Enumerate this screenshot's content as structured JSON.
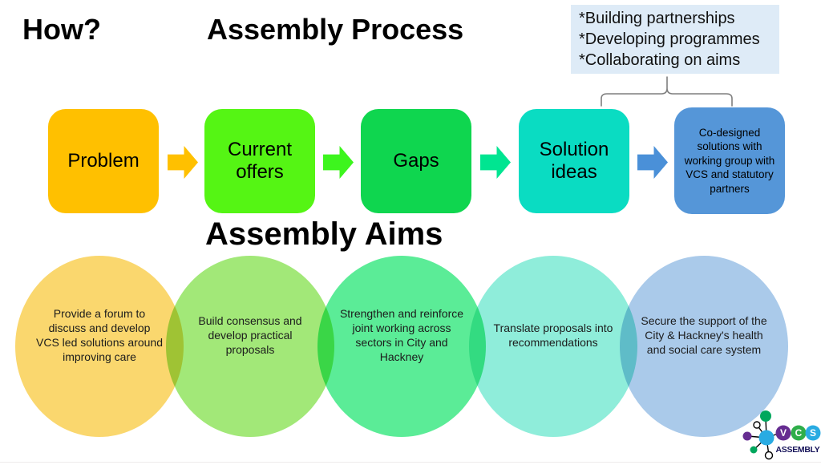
{
  "slide": {
    "title_left": "How?",
    "title_center": "Assembly Process",
    "aims_title": "Assembly Aims"
  },
  "callout": {
    "bg": "#DEEBF7",
    "lines": [
      "*Building partnerships",
      "*Developing programmes",
      "*Collaborating on aims"
    ]
  },
  "process": {
    "steps": [
      {
        "label": "Problem",
        "color": "#FFC000"
      },
      {
        "label": "Current offers",
        "color": "#55F514"
      },
      {
        "label": "Gaps",
        "color": "#0FD64F"
      },
      {
        "label": "Solution ideas",
        "color": "#0ADCC2"
      },
      {
        "label": "Co-designed solutions with working group with VCS and statutory partners",
        "color": "#5596D8"
      }
    ],
    "arrow_colors": [
      "#FFC000",
      "#3DF51E",
      "#00E591",
      "#4A90D8"
    ]
  },
  "aims": {
    "circles": [
      {
        "text": "Provide a forum to discuss and develop VCS led solutions around improving care",
        "color": "#FAD76E"
      },
      {
        "text": "Build consensus and develop practical proposals",
        "color": "#A2E878"
      },
      {
        "text": "Strengthen and reinforce joint working across sectors in City and Hackney",
        "color": "#5BEC97"
      },
      {
        "text": "Translate proposals into recommendations",
        "color": "#8FEDDA"
      },
      {
        "text": "Secure the support of the City & Hackney's health and social care system",
        "color": "#AACAEA"
      }
    ]
  },
  "logo": {
    "letters": [
      "V",
      "C",
      "S"
    ],
    "subtitle": "ASSEMBLY",
    "colors": {
      "purple": "#662D91",
      "green": "#2FAE4A",
      "teal_green": "#00A75D",
      "blue": "#29ABE2"
    }
  }
}
